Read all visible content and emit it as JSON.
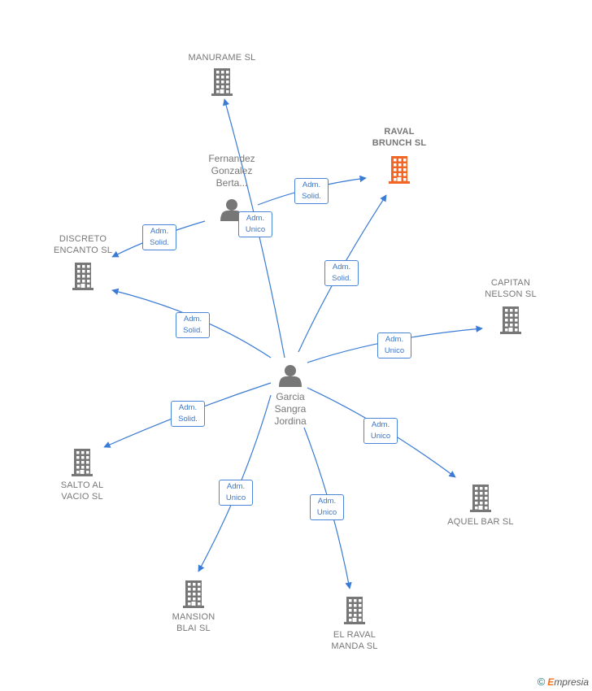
{
  "colors": {
    "edge": "#3a7bd5",
    "building": "#777777",
    "building_highlight": "#f26522",
    "person": "#777777"
  },
  "people": [
    {
      "id": "center",
      "label": "Garcia\nSangra\nJordina",
      "icon": "person-icon"
    },
    {
      "id": "fernandez",
      "label": "Fernandez\nGonzalez\nBerta...",
      "icon": "person-icon"
    }
  ],
  "companies": [
    {
      "id": "manurame",
      "label": "MANURAME  SL",
      "icon": "building-icon",
      "highlight": false
    },
    {
      "id": "raval_brunch",
      "label": "RAVAL\nBRUNCH  SL",
      "icon": "building-icon",
      "highlight": true
    },
    {
      "id": "discreto",
      "label": "DISCRETO\nENCANTO  SL",
      "icon": "building-icon",
      "highlight": false
    },
    {
      "id": "capitan",
      "label": "CAPITAN\nNELSON  SL",
      "icon": "building-icon",
      "highlight": false
    },
    {
      "id": "salto",
      "label": "SALTO AL\nVACIO  SL",
      "icon": "building-icon",
      "highlight": false
    },
    {
      "id": "aquel",
      "label": "AQUEL BAR  SL",
      "icon": "building-icon",
      "highlight": false
    },
    {
      "id": "mansion",
      "label": "MANSION\nBLAI  SL",
      "icon": "building-icon",
      "highlight": false
    },
    {
      "id": "el_raval",
      "label": "EL RAVAL\nMANDA  SL",
      "icon": "building-icon",
      "highlight": false
    }
  ],
  "edges": [
    {
      "from": "fernandez",
      "to": "raval_brunch",
      "label": "Adm.\nSolid."
    },
    {
      "from": "fernandez",
      "to": "discreto",
      "label": "Adm.\nSolid."
    },
    {
      "from": "center",
      "to": "manurame",
      "label": "Adm.\nUnico"
    },
    {
      "from": "center",
      "to": "raval_brunch",
      "label": "Adm.\nSolid."
    },
    {
      "from": "center",
      "to": "discreto",
      "label": "Adm.\nSolid."
    },
    {
      "from": "center",
      "to": "capitan",
      "label": "Adm.\nUnico"
    },
    {
      "from": "center",
      "to": "salto",
      "label": "Adm.\nSolid."
    },
    {
      "from": "center",
      "to": "aquel",
      "label": "Adm.\nUnico"
    },
    {
      "from": "center",
      "to": "mansion",
      "label": "Adm.\nUnico"
    },
    {
      "from": "center",
      "to": "el_raval",
      "label": "Adm.\nUnico"
    }
  ],
  "footer": {
    "copyright": "©",
    "brand_first": "E",
    "brand_rest": "mpresia"
  }
}
